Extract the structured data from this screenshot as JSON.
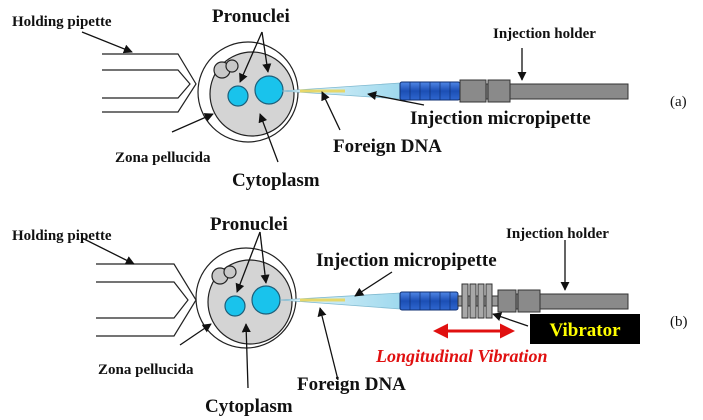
{
  "panel_a": {
    "holding_pipette": "Holding pipette",
    "pronuclei": "Pronuclei",
    "injection_holder": "Injection holder",
    "injection_micropipette": "Injection micropipette",
    "foreign_dna": "Foreign DNA",
    "zona_pellucida": "Zona pellucida",
    "cytoplasm": "Cytoplasm",
    "panel_label": "(a)"
  },
  "panel_b": {
    "holding_pipette": "Holding pipette",
    "pronuclei": "Pronuclei",
    "injection_holder": "Injection holder",
    "injection_micropipette": "Injection micropipette",
    "vibrator": "Vibrator",
    "longitudinal_vibration": "Longitudinal Vibration",
    "zona_pellucida": "Zona pellucida",
    "foreign_dna": "Foreign DNA",
    "cytoplasm": "Cytoplasm",
    "panel_label": "(b)"
  },
  "colors": {
    "pronucleus": "#19c3ec",
    "cytoplasm": "#d4d4d4",
    "micropipette": "#bfe8f4",
    "connector": "#2a62c9",
    "holder": "#8a8a8a",
    "arrow_red": "#e01010",
    "vibrator_box": "#000000",
    "vibrator_text": "#ffff00"
  }
}
